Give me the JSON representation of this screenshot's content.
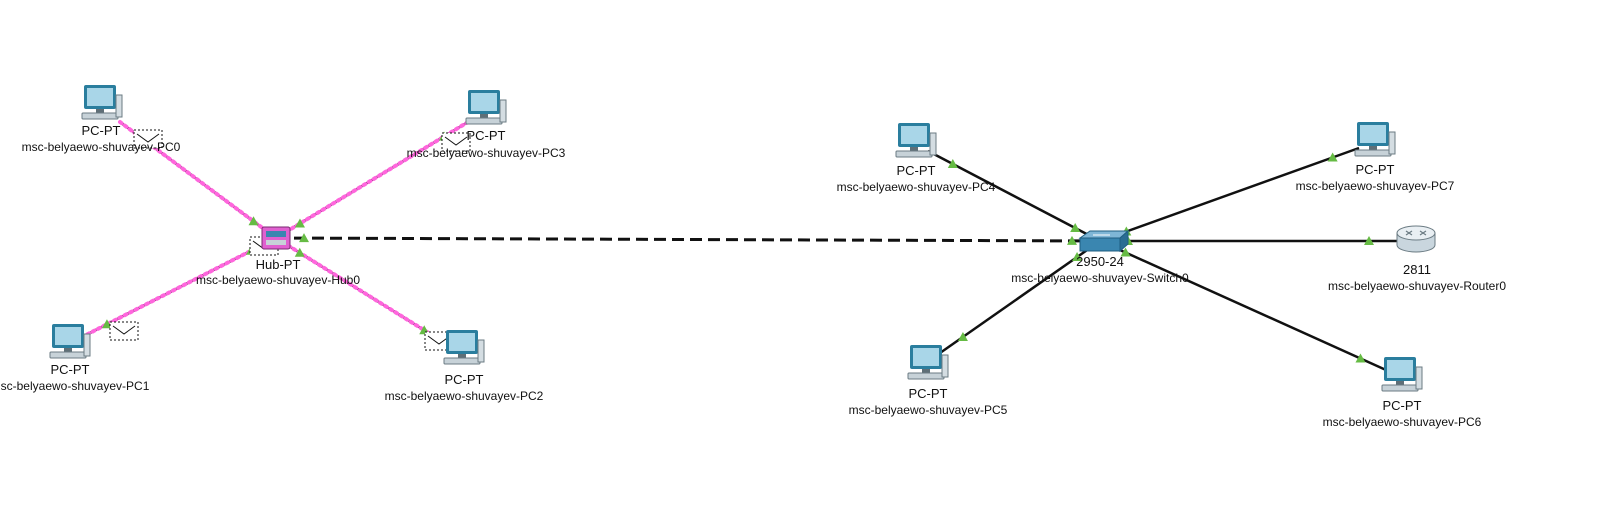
{
  "canvas": {
    "background": "#ffffff"
  },
  "colors": {
    "link": "#111111",
    "link_indicator_up": "#66bb44",
    "pdu_trail": "#ff66dd",
    "pc_screen": "#a9d6e8",
    "pc_frame": "#2a7e9e",
    "hub_fill": "#e060d0",
    "switch_fill": "#3a86b0",
    "router_fill": "#dfe8ee"
  },
  "devices": {
    "pc0": {
      "type": "PC-PT",
      "name": "msc-belyaewo-shuvayev-PC0",
      "icon": "pc-icon"
    },
    "pc1": {
      "type": "PC-PT",
      "name": "msc-belyaewo-shuvayev-PC1",
      "icon": "pc-icon"
    },
    "pc2": {
      "type": "PC-PT",
      "name": "msc-belyaewo-shuvayev-PC2",
      "icon": "pc-icon"
    },
    "pc3": {
      "type": "PC-PT",
      "name": "msc-belyaewo-shuvayev-PC3",
      "icon": "pc-icon"
    },
    "hub0": {
      "type": "Hub-PT",
      "name": "msc-belyaewo-shuvayev-Hub0",
      "icon": "hub-icon"
    },
    "switch0": {
      "type": "2950-24",
      "name": "msc-belyaewo-shuvayev-Switch0",
      "icon": "switch-icon"
    },
    "router0": {
      "type": "2811",
      "name": "msc-belyaewo-shuvayev-Router0",
      "icon": "router-icon"
    },
    "pc4": {
      "type": "PC-PT",
      "name": "msc-belyaewo-shuvayev-PC4",
      "icon": "pc-icon"
    },
    "pc5": {
      "type": "PC-PT",
      "name": "msc-belyaewo-shuvayev-PC5",
      "icon": "pc-icon"
    },
    "pc6": {
      "type": "PC-PT",
      "name": "msc-belyaewo-shuvayev-PC6",
      "icon": "pc-icon"
    },
    "pc7": {
      "type": "PC-PT",
      "name": "msc-belyaewo-shuvayev-PC7",
      "icon": "pc-icon"
    }
  },
  "links": [
    {
      "from": "pc0",
      "to": "hub0",
      "cable": "copper-straight",
      "pdu_active": true
    },
    {
      "from": "pc1",
      "to": "hub0",
      "cable": "copper-straight",
      "pdu_active": true
    },
    {
      "from": "pc2",
      "to": "hub0",
      "cable": "copper-straight",
      "pdu_active": true
    },
    {
      "from": "pc3",
      "to": "hub0",
      "cable": "copper-straight",
      "pdu_active": true
    },
    {
      "from": "hub0",
      "to": "switch0",
      "cable": "copper-cross",
      "pdu_active": false
    },
    {
      "from": "pc4",
      "to": "switch0",
      "cable": "copper-straight",
      "pdu_active": false
    },
    {
      "from": "pc5",
      "to": "switch0",
      "cable": "copper-straight",
      "pdu_active": false
    },
    {
      "from": "pc6",
      "to": "switch0",
      "cable": "copper-straight",
      "pdu_active": false
    },
    {
      "from": "pc7",
      "to": "switch0",
      "cable": "copper-straight",
      "pdu_active": false
    },
    {
      "from": "router0",
      "to": "switch0",
      "cable": "copper-straight",
      "pdu_active": false
    }
  ],
  "pdus": [
    {
      "at": "pc0",
      "icon": "envelope-icon"
    },
    {
      "at": "pc1",
      "icon": "envelope-icon"
    },
    {
      "at": "pc2",
      "icon": "envelope-icon"
    },
    {
      "at": "pc3",
      "icon": "envelope-icon"
    },
    {
      "at": "hub0",
      "icon": "envelope-icon"
    }
  ]
}
